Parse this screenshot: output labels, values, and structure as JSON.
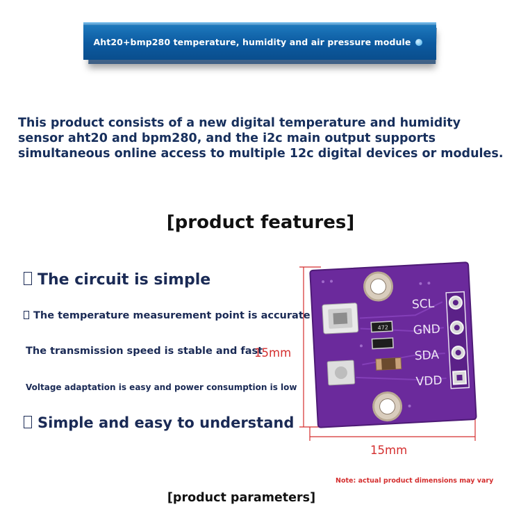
{
  "banner": {
    "title": "Aht20+bmp280 temperature, humidity and air pressure module"
  },
  "intro": "This product consists of a new digital temperature and humidity sensor aht20 and bpm280, and the i2c main output supports simultaneous online access to multiple 12c digital devices or modules.",
  "features_heading": "[product features]",
  "features": [
    "The circuit is simple",
    "The temperature measurement point is accurate",
    "The transmission speed is stable and fast",
    "Voltage adaptation is easy and power consumption is low",
    "Simple and easy to understand"
  ],
  "dimensions": {
    "height": "15mm",
    "width": "15mm"
  },
  "board": {
    "pins": [
      "SCL",
      "GND",
      "SDA",
      "VDD"
    ],
    "chip_label": "472"
  },
  "note": "Note: actual product dimensions may vary",
  "parameters_heading": "[product parameters]",
  "colors": {
    "banner": "#0c5aa0",
    "text_navy": "#172f5c",
    "board_purple": "#6b2a9c",
    "dimension_red": "#d42e2e"
  }
}
